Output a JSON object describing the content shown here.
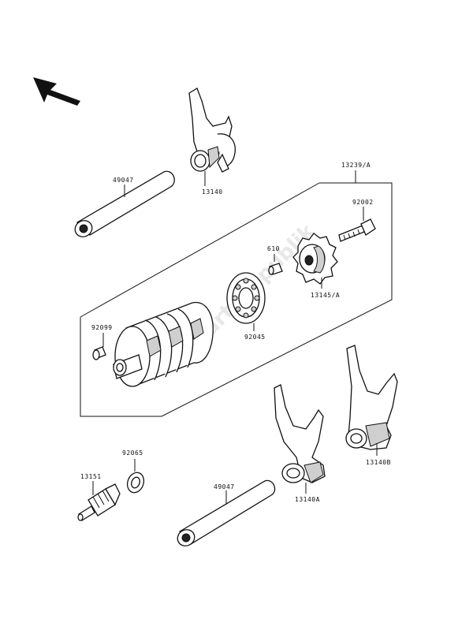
{
  "parts": {
    "p13140": "13140",
    "p49047_top": "49047",
    "p13239a": "13239/A",
    "p92002": "92002",
    "p610": "610",
    "p13145a": "13145/A",
    "p92045": "92045",
    "p92099": "92099",
    "p92065": "92065",
    "p13151": "13151",
    "p49047_bottom": "49047",
    "p13140a": "13140A",
    "p13140b": "13140B"
  },
  "watermark": "PartsRepublik",
  "colors": {
    "line": "#111111",
    "shade": "#cfcfcf",
    "background": "#ffffff"
  },
  "icons": {
    "orientation_arrow": "front-arrow-icon"
  }
}
